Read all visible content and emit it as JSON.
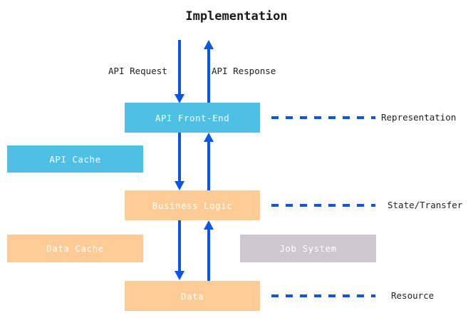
{
  "diagram": {
    "title": "Implementation",
    "nodes": [
      {
        "id": "api-frontend",
        "label": "API Front-End",
        "color": "#4FC0E4",
        "text_color": "#ffffff"
      },
      {
        "id": "api-cache",
        "label": "API Cache",
        "color": "#4FC0E4",
        "text_color": "#ffffff"
      },
      {
        "id": "business-logic",
        "label": "Business Logic",
        "color": "#FCCB96",
        "text_color": "#ffffff"
      },
      {
        "id": "data-cache",
        "label": "Data Cache",
        "color": "#FCCB96",
        "text_color": "#ffffff"
      },
      {
        "id": "job-system",
        "label": "Job System",
        "color": "#CCC8CE",
        "text_color": "#ffffff"
      },
      {
        "id": "data",
        "label": "Data",
        "color": "#FCCB96",
        "text_color": "#ffffff"
      }
    ],
    "edge_labels": {
      "api_request": "API Request",
      "api_response": "API Response"
    },
    "side_labels": [
      {
        "id": "representation",
        "label": "Representation"
      },
      {
        "id": "state-transfer",
        "label": "State/Transfer"
      },
      {
        "id": "resource",
        "label": "Resource"
      }
    ],
    "colors": {
      "arrow": "#1155DD",
      "dashed_connector": "#1155DD",
      "background": "#ffffff",
      "title_text": "#1a1a1a",
      "label_text": "#222222"
    }
  }
}
